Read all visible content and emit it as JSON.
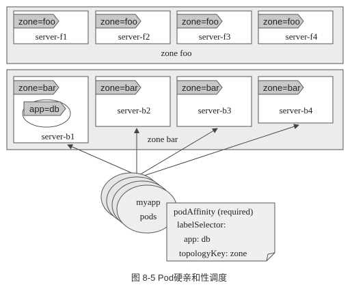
{
  "zones": [
    {
      "id": "foo",
      "label": "zone foo",
      "servers": [
        {
          "name": "server-f1",
          "tag": "zone=foo"
        },
        {
          "name": "server-f2",
          "tag": "zone=foo"
        },
        {
          "name": "server-f3",
          "tag": "zone=foo"
        },
        {
          "name": "server-f4",
          "tag": "zone=foo"
        }
      ]
    },
    {
      "id": "bar",
      "label": "zone bar",
      "servers": [
        {
          "name": "server-b1",
          "tag": "zone=bar",
          "pod_tag": "app=db"
        },
        {
          "name": "server-b2",
          "tag": "zone=bar"
        },
        {
          "name": "server-b3",
          "tag": "zone=bar"
        },
        {
          "name": "server-b4",
          "tag": "zone=bar"
        }
      ]
    }
  ],
  "pods": {
    "line1": "myapp",
    "line2": "pods"
  },
  "policy_note": {
    "line1": "podAffinity (required)",
    "line2": "labelSelector:",
    "line3": "app: db",
    "line4": "topologyKey: zone"
  },
  "caption": "图 8-5 Pod硬亲和性调度",
  "colors": {
    "zone_fill": "#ececec",
    "tag_fill": "#c8c8c8",
    "note_fill": "#efefef",
    "line": "#444444"
  }
}
